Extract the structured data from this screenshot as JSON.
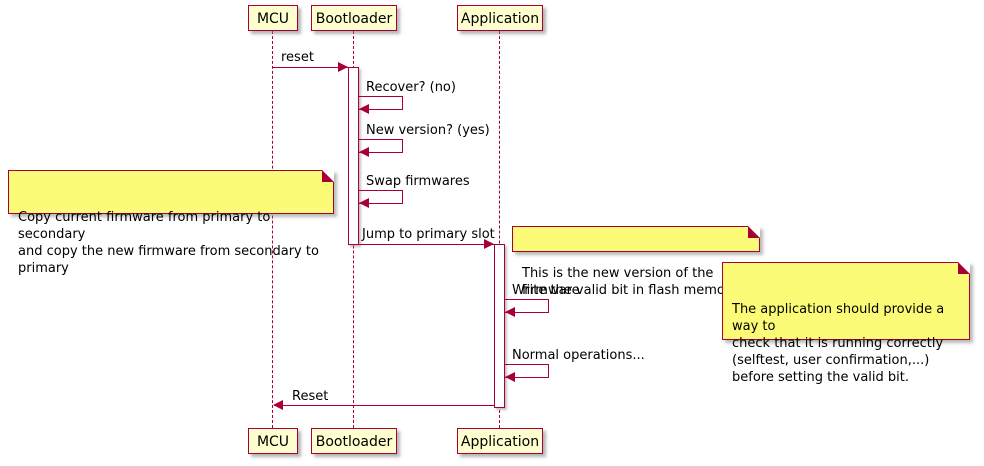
{
  "diagram": {
    "type": "sequence-diagram",
    "participants": [
      {
        "name": "MCU"
      },
      {
        "name": "Bootloader"
      },
      {
        "name": "Application"
      }
    ],
    "messages": [
      {
        "label": "reset",
        "from": "MCU",
        "to": "Bootloader",
        "kind": "sync"
      },
      {
        "label": "Recover? (no)",
        "from": "Bootloader",
        "to": "Bootloader",
        "kind": "self"
      },
      {
        "label": "New version? (yes)",
        "from": "Bootloader",
        "to": "Bootloader",
        "kind": "self"
      },
      {
        "label": "Swap firmwares",
        "from": "Bootloader",
        "to": "Bootloader",
        "kind": "self"
      },
      {
        "label": "Jump to primary slot",
        "from": "Bootloader",
        "to": "Application",
        "kind": "sync"
      },
      {
        "label": "Write the valid bit in flash memory",
        "from": "Application",
        "to": "Application",
        "kind": "self"
      },
      {
        "label": "Normal operations...",
        "from": "Application",
        "to": "Application",
        "kind": "self"
      },
      {
        "label": "Reset",
        "from": "Application",
        "to": "MCU",
        "kind": "return"
      }
    ],
    "notes": [
      {
        "text": "Copy current firmware from primary to secondary\nand copy the new firmware from secondary to primary",
        "position": "left of Bootloader"
      },
      {
        "text": "This is the new version of the firmware",
        "position": "right of Application"
      },
      {
        "text": "The application should provide a way to\ncheck that it is running correctly\n(selftest, user confirmation,...)\nbefore setting the valid bit.",
        "position": "right of Application"
      }
    ],
    "colors": {
      "participant_bg": "#FEFECE",
      "note_bg": "#FBFB77",
      "border": "#A80036",
      "lifeline": "#A80036",
      "arrow": "#A80036"
    }
  }
}
